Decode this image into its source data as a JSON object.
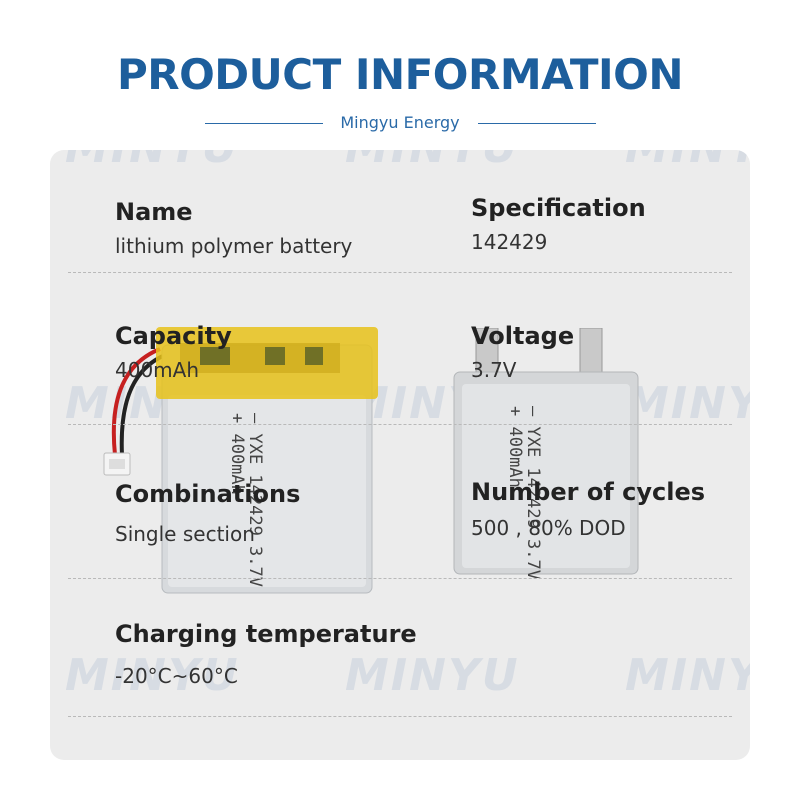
{
  "header": {
    "title": "PRODUCT INFORMATION",
    "subtitle": "Mingyu Energy"
  },
  "watermark": {
    "text": "MINYU",
    "color": "#a0b4cd"
  },
  "colors": {
    "title": "#1d5e9c",
    "panel": "#ececec",
    "battery_tape": "#e8c21a"
  },
  "fields": [
    {
      "label": "Name",
      "value": "lithium polymer battery"
    },
    {
      "label": "Specification",
      "value": "142429"
    },
    {
      "label": "Capacity",
      "value": "400mAh"
    },
    {
      "label": "Voltage",
      "value": "3.7V"
    },
    {
      "label": "Combinations",
      "value": "Single section"
    },
    {
      "label": "Number of cycles",
      "value": "500 ,  80% DOD"
    },
    {
      "label": "Charging temperature",
      "value": "-20°C~60°C"
    }
  ],
  "battery_print": {
    "line1": "– YXE 142429 3.7V",
    "line2": "+ 400mAh"
  }
}
